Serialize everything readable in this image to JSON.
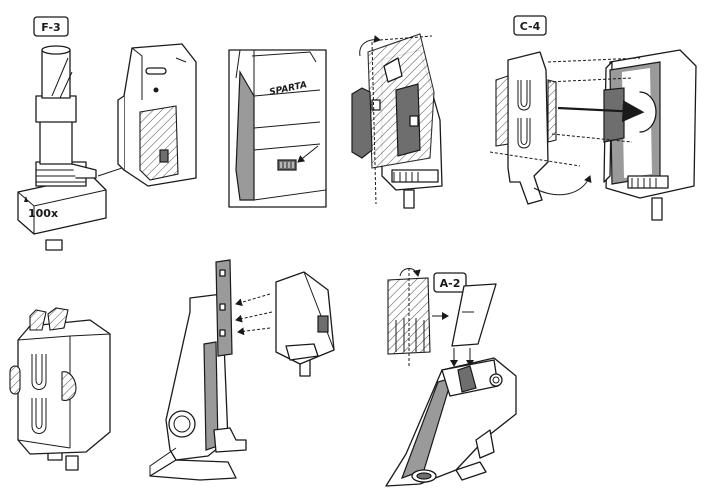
{
  "steps": {
    "f3": {
      "badge": "F-3",
      "zoom": "100x"
    },
    "c4": {
      "badge": "C-4"
    },
    "a2": {
      "badge": "A-2"
    }
  },
  "brand_mark": "SPARTA",
  "colors": {
    "ink": "#1a1a1a",
    "shade": "#9a9a9a",
    "dark_shade": "#6e6e6e",
    "paper": "#ffffff"
  },
  "icons": [
    "arrow-icon",
    "rotate-arrow-icon",
    "hatch-pattern",
    "zoom-arrow-icon"
  ]
}
